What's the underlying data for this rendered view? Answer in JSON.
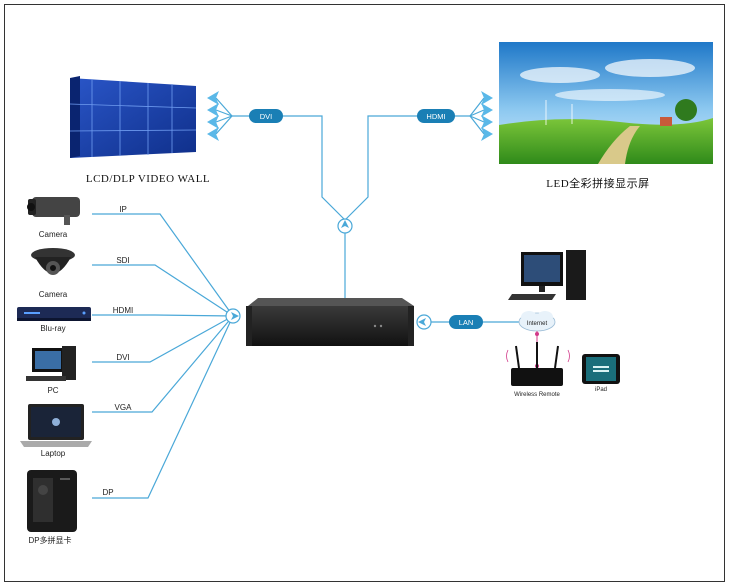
{
  "colors": {
    "line": "#4aa8d8",
    "pill": "#1a7fb5",
    "dot": "#d23a8a"
  },
  "titles": {
    "video_wall": "LCD/DLP VIDEO WALL",
    "led_screen": "LED全彩拼接显示屏"
  },
  "outputs": {
    "dvi": "DVI",
    "hdmi": "HDMI"
  },
  "inputs": [
    {
      "device": "Camera",
      "signal": "IP",
      "icon": "bullet-camera-icon"
    },
    {
      "device": "Camera",
      "signal": "SDI",
      "icon": "dome-camera-icon"
    },
    {
      "device": "Blu-ray",
      "signal": "HDMI",
      "icon": "bluray-player-icon"
    },
    {
      "device": "PC",
      "signal": "DVI",
      "icon": "pc-icon"
    },
    {
      "device": "Laptop",
      "signal": "VGA",
      "icon": "laptop-icon"
    },
    {
      "device": "DP多拼显卡",
      "signal": "DP",
      "icon": "pc-tower-icon"
    }
  ],
  "network": {
    "link": "LAN",
    "internet": "Internet",
    "router": "Wireless Remote",
    "tablet": "iPad"
  }
}
